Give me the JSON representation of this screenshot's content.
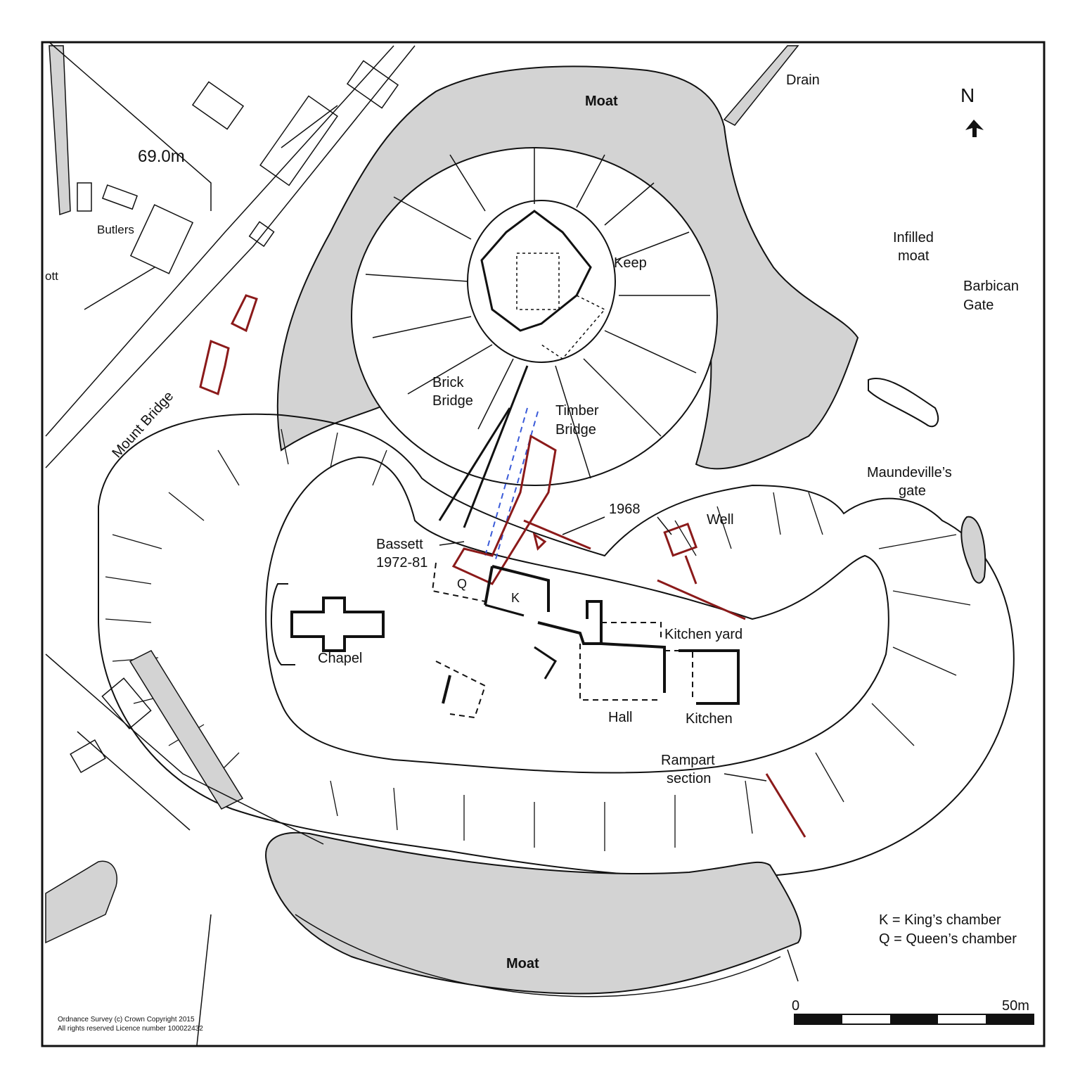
{
  "labels": {
    "moat_north": "Moat",
    "moat_south": "Moat",
    "drain": "Drain",
    "north": "N",
    "height": "69.0m",
    "butlers": "Butlers",
    "ott": "ott",
    "keep": "Keep",
    "infilled_moat_1": "Infilled",
    "infilled_moat_2": "moat",
    "barbican_1": "Barbican",
    "barbican_2": "Gate",
    "mount_bridge": "Mount Bridge",
    "brick_bridge_1": "Brick",
    "brick_bridge_2": "Bridge",
    "timber_bridge_1": "Timber",
    "timber_bridge_2": "Bridge",
    "maundeville_1": "Maundeville’s",
    "maundeville_2": "gate",
    "y1968": "1968",
    "well": "Well",
    "bassett_1": "Bassett",
    "bassett_2": "1972-81",
    "q": "Q",
    "k": "K",
    "chapel": "Chapel",
    "kitchen_yard": "Kitchen yard",
    "hall": "Hall",
    "kitchen": "Kitchen",
    "rampart_1": "Rampart",
    "rampart_2": "section",
    "legend_k": "K = King’s chamber",
    "legend_q": "Q = Queen’s chamber",
    "scale_start": "0",
    "scale_end": "50m",
    "copyright_1": "Ordnance Survey (c) Crown Copyright 2015",
    "copyright_2": "All rights reserved Licence number 100022432"
  },
  "colors": {
    "moat_fill": "#d3d3d3",
    "line": "#111111",
    "excavation_red": "#8b1a1a",
    "timber_blue": "#3a5bd9"
  }
}
